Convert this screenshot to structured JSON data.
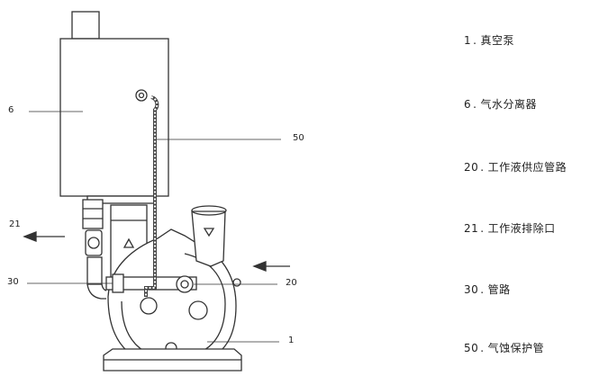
{
  "callouts": {
    "c6": "6",
    "c50": "50",
    "c21": "21",
    "c30": "30",
    "c20": "20",
    "c1": "1"
  },
  "legend": [
    {
      "num": "1",
      "text": "真空泵"
    },
    {
      "num": "6",
      "text": "气水分离器"
    },
    {
      "num": "20",
      "text": "工作液供应管路"
    },
    {
      "num": "21",
      "text": "工作液排除口"
    },
    {
      "num": "30",
      "text": "管路"
    },
    {
      "num": "50",
      "text": "气蚀保护管"
    }
  ],
  "legend_separator": "."
}
